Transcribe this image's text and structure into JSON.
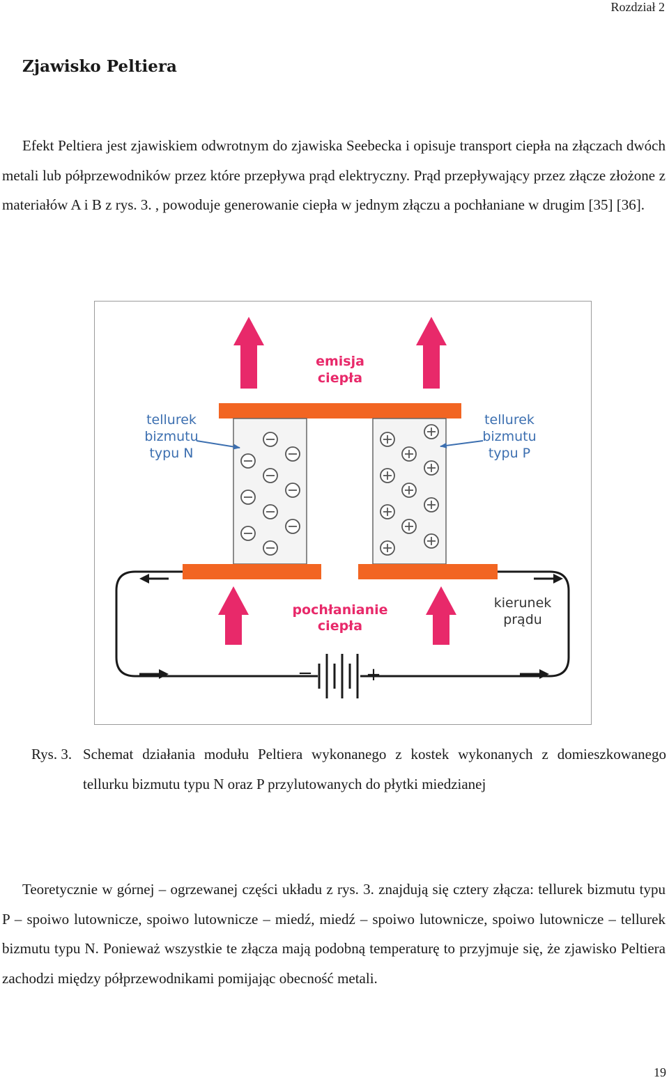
{
  "header": {
    "chapter": "Rozdział 2"
  },
  "heading": "Zjawisko Peltiera",
  "paragraph1": "Efekt Peltiera jest zjawiskiem odwrotnym do zjawiska Seebecka i opisuje transport ciepła na złączach dwóch metali lub półprzewodników przez które przepływa prąd elektryczny. Prąd przepływający przez złącze złożone z materiałów A i B z rys. 3. , powoduje generowanie ciepła w jednym złączu a pochłaniane w drugim [35] [36].",
  "figure": {
    "label_emission_l1": "emisja",
    "label_emission_l2": "ciepła",
    "label_absorb_l1": "pochłanianie",
    "label_absorb_l2": "ciepła",
    "label_n_l1": "tellurek",
    "label_n_l2": "bizmutu",
    "label_n_l3": "typu N",
    "label_p_l1": "tellurek",
    "label_p_l2": "bizmutu",
    "label_p_l3": "typu P",
    "label_current_l1": "kierunek",
    "label_current_l2": "prądu",
    "battery_minus": "−",
    "battery_plus": "+",
    "colors": {
      "arrow": "#e8296a",
      "plate": "#f26522",
      "label": "#3c6fb0",
      "wire": "#1a1a1a"
    }
  },
  "caption": {
    "label": "Rys. 3.",
    "text": "Schemat działania modułu Peltiera wykonanego z kostek wykonanych z domieszkowanego tellurku bizmutu typu N oraz P przylutowanych do płytki miedzianej"
  },
  "paragraph2": "Teoretycznie w górnej – ogrzewanej części układu z rys. 3. znajdują się cztery złącza: tellurek bizmutu typu P – spoiwo lutownicze, spoiwo lutownicze – miedź, miedź – spoiwo lutownicze, spoiwo lutownicze – tellurek bizmutu typu N. Ponieważ wszystkie te złącza mają podobną temperaturę to przyjmuje się, że zjawisko Peltiera zachodzi między półprzewodnikami pomijając obecność metali.",
  "page_number": "19"
}
